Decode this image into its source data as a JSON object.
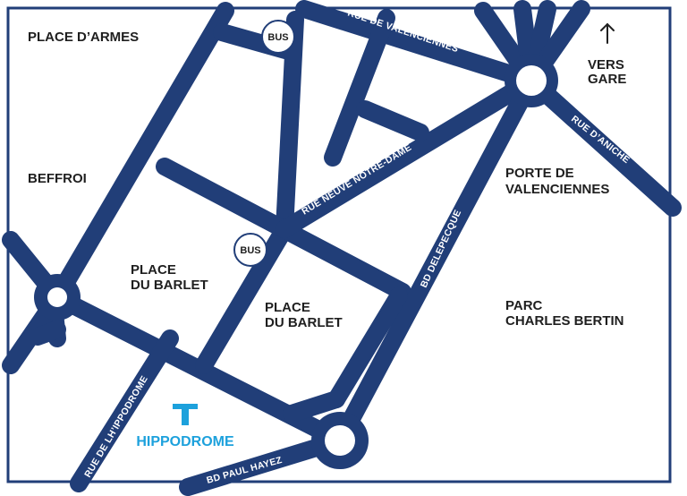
{
  "colors": {
    "road": "#213e78",
    "frame": "#213e78",
    "background": "#ffffff",
    "tram": "#1da1dc",
    "text": "#1f1f1f"
  },
  "places": {
    "place_darmes": "PLACE D’ARMES",
    "beffroi": "BEFFROI",
    "vers": "VERS",
    "gare": "GARE",
    "porte_line1": "PORTE DE",
    "porte_line2": "VALENCIENNES",
    "barlet_a_line1": "PLACE",
    "barlet_a_line2": "DU BARLET",
    "barlet_b_line1": "PLACE",
    "barlet_b_line2": "DU BARLET",
    "parc_line1": "PARC",
    "parc_line2": "CHARLES BERTIN"
  },
  "streets": {
    "rue_valenciennes": "RUE DE VALENCIENNES",
    "rue_neuve_notre_dame": "RUE NEUVE NOTRE-DAME",
    "rue_daniche": "RUE D’ANICHE",
    "bd_delepecque": "BD DELEPECQUE",
    "rue_hippodrome": "RUE DE LH’IPPODROME",
    "bd_paul_hayez": "BD PAUL HAYEZ"
  },
  "bus_stops": {
    "top": "BUS",
    "middle": "BUS"
  },
  "tram": {
    "symbol": "T",
    "station": "HIPPODROME"
  },
  "icons": {
    "north_arrow": "arrow-up-icon",
    "bus": "bus-stop-icon",
    "tram": "tram-icon"
  }
}
